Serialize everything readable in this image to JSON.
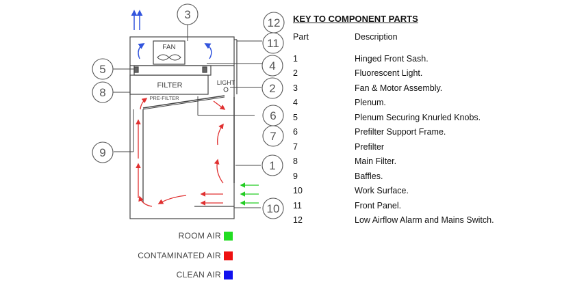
{
  "diagram": {
    "fan_label": "FAN",
    "filter_label": "FILTER",
    "prefilter_label": "PRE-FILTER",
    "light_label": "LIGHT",
    "callouts": [
      "1",
      "2",
      "3",
      "4",
      "5",
      "6",
      "7",
      "8",
      "9",
      "10",
      "11",
      "12"
    ]
  },
  "legend": [
    {
      "label": "ROOM  AIR",
      "color": "#22dd22"
    },
    {
      "label": "CONTAMINATED  AIR",
      "color": "#ee1111"
    },
    {
      "label": "CLEAN  AIR",
      "color": "#1111ee"
    }
  ],
  "key": {
    "title": "KEY TO COMPONENT PARTS",
    "col_part": "Part",
    "col_desc": "Description",
    "rows": [
      {
        "part": "1",
        "desc": "Hinged Front Sash."
      },
      {
        "part": "2",
        "desc": "Fluorescent Light."
      },
      {
        "part": "3",
        "desc": "Fan & Motor Assembly."
      },
      {
        "part": "4",
        "desc": "Plenum."
      },
      {
        "part": "5",
        "desc": "Plenum Securing Knurled Knobs."
      },
      {
        "part": "6",
        "desc": "Prefilter Support Frame."
      },
      {
        "part": "7",
        "desc": "Prefilter"
      },
      {
        "part": "8",
        "desc": "Main Filter."
      },
      {
        "part": "9",
        "desc": "Baffles."
      },
      {
        "part": "10",
        "desc": "Work Surface."
      },
      {
        "part": "11",
        "desc": "Front Panel."
      },
      {
        "part": "12",
        "desc": "Low Airflow Alarm  and Mains Switch."
      }
    ]
  }
}
